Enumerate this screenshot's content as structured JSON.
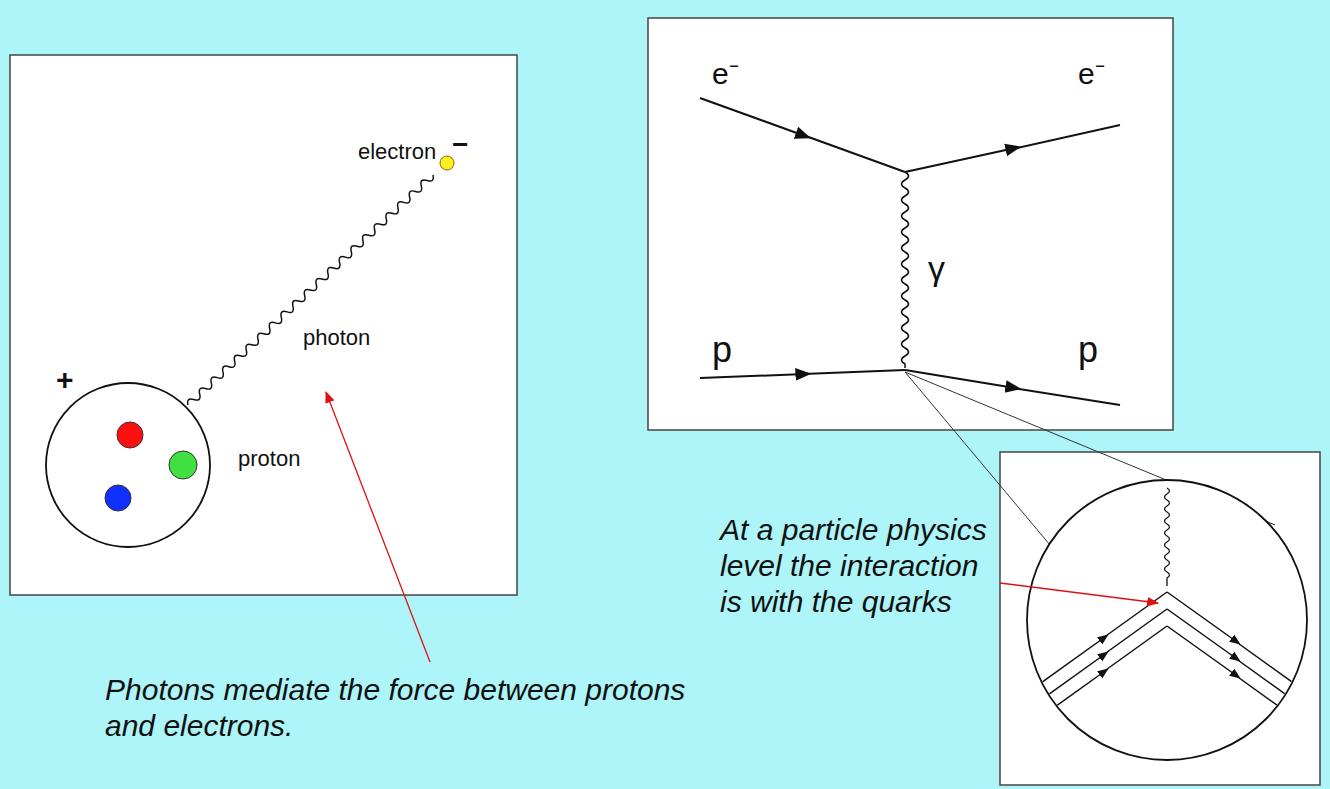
{
  "diagram": {
    "labels": [
      "e⁻",
      "e⁻",
      "γ",
      "electron",
      "−",
      "photon",
      "p",
      "p",
      "+",
      "proton",
      "At a particle physics level the interaction is with the quarks",
      "Photons mediate the force between protons and electrons."
    ]
  }
}
